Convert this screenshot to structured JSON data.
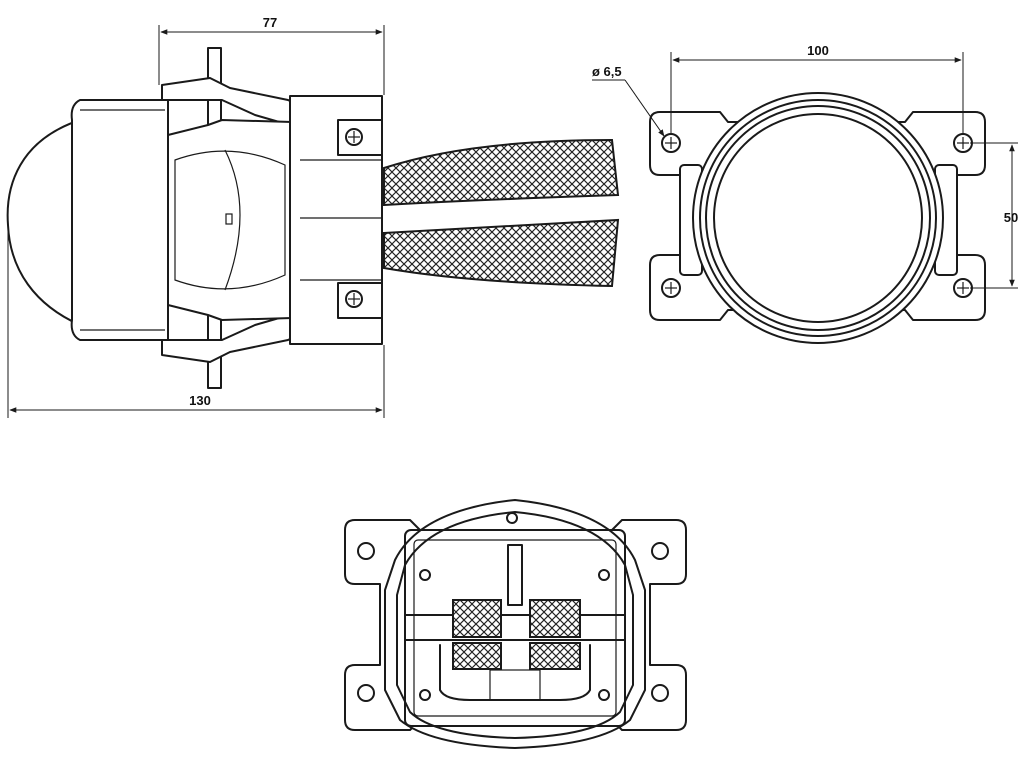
{
  "dimensions": {
    "side_length_front": "77",
    "side_length_total": "130",
    "front_width": "100",
    "front_height": "50",
    "hole_diameter": "ø 6,5"
  },
  "colors": {
    "line": "#1a1a1a",
    "background": "#ffffff"
  }
}
